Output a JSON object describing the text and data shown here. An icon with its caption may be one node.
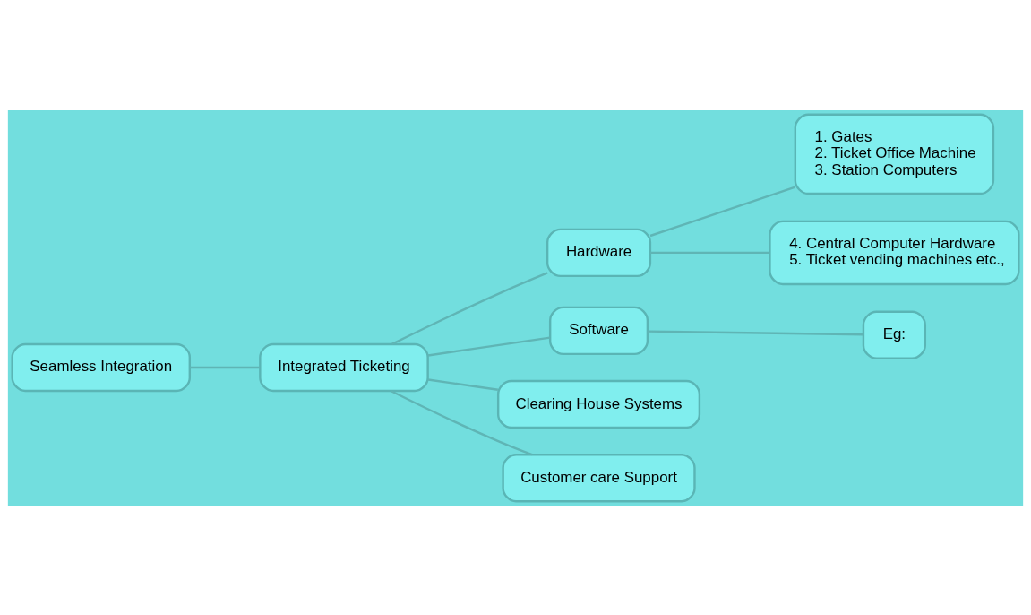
{
  "diagram": {
    "nodes": [
      {
        "text": [
          "Seamless Integration"
        ]
      },
      {
        "text": [
          "Integrated Ticketing"
        ]
      },
      {
        "text": [
          "Hardware"
        ]
      },
      {
        "text": [
          "Software"
        ]
      },
      {
        "text": [
          "Clearing House Systems"
        ]
      },
      {
        "text": [
          "Customer care Support"
        ]
      },
      {
        "text": [
          "1. Gates",
          "2. Ticket Office Machine",
          "3. Station Computers"
        ]
      },
      {
        "text": [
          "4. Central Computer Hardware",
          "5. Ticket vending machines etc.,"
        ]
      },
      {
        "text": [
          "Eg:"
        ]
      }
    ],
    "edges": [
      {
        "from": 0,
        "to": 1,
        "arrow": "none"
      },
      {
        "from": 1,
        "to": 2,
        "arrow": "none"
      },
      {
        "from": 1,
        "to": 3,
        "arrow": "none"
      },
      {
        "from": 1,
        "to": 4,
        "arrow": "none"
      },
      {
        "from": 1,
        "to": 5,
        "arrow": "none"
      },
      {
        "from": 2,
        "to": 6,
        "arrow": "none"
      },
      {
        "from": 2,
        "to": 7,
        "arrow": "none"
      },
      {
        "from": 3,
        "to": 8,
        "arrow": "none"
      }
    ]
  }
}
